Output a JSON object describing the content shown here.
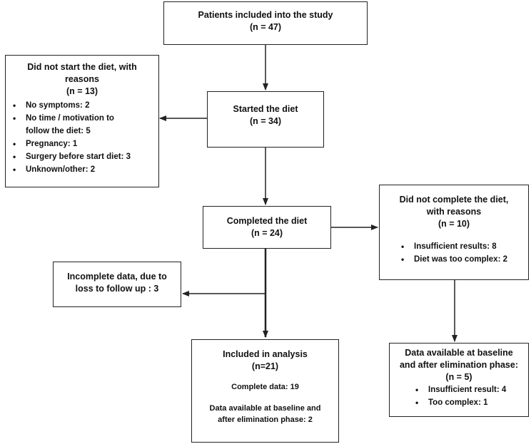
{
  "boxes": {
    "included_study": {
      "lines": [
        "Patients included into the study",
        "(n = 47)"
      ]
    },
    "did_not_start": {
      "lines": [
        "Did not start the diet, with",
        "reasons",
        "(n = 13)"
      ],
      "items": [
        "No symptoms: 2",
        "No time / motivation to follow the diet: 5",
        "Pregnancy: 1",
        "Surgery before start diet: 3",
        "Unknown/other: 2"
      ]
    },
    "started": {
      "lines": [
        "Started the diet",
        "(n = 34)"
      ]
    },
    "completed": {
      "lines": [
        "Completed the diet",
        "(n = 24)"
      ]
    },
    "did_not_complete": {
      "lines": [
        "Did not complete the diet,",
        "with reasons",
        "(n = 10)"
      ],
      "items": [
        "Insufficient results: 8",
        "Diet was too complex: 2"
      ]
    },
    "incomplete_data": {
      "lines": [
        "Incomplete data, due to",
        "loss to follow up : 3"
      ]
    },
    "included_analysis": {
      "lines": [
        "Included in analysis",
        "(n=21)"
      ],
      "sub1": "Complete data: 19",
      "sub2_lines": [
        "Data available at baseline and",
        "after elimination phase: 2"
      ]
    },
    "data_available": {
      "lines": [
        "Data available at baseline",
        "and after elimination phase:",
        "(n = 5)"
      ],
      "items": [
        "Insufficient result: 4",
        "Too complex: 1"
      ]
    }
  }
}
